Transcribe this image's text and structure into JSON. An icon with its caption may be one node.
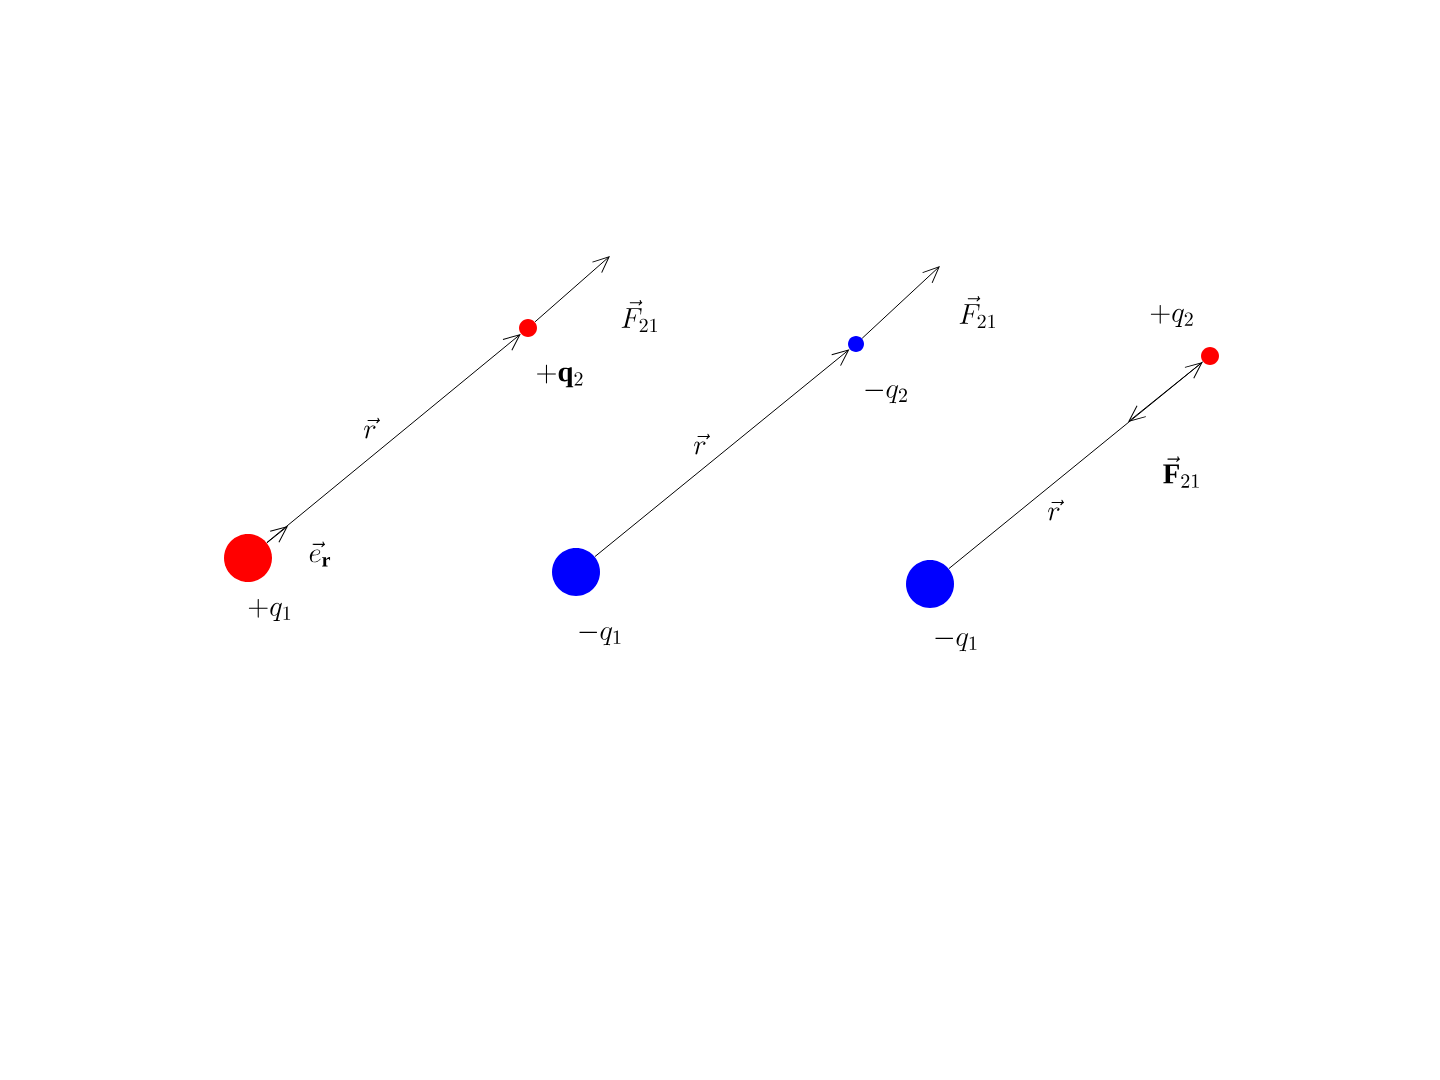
{
  "diagram": {
    "nodes": [
      {
        "text": [],
        "shape": "circle",
        "beside": [
          "+q_1"
        ]
      },
      {
        "text": [],
        "shape": "circle",
        "beside": [
          "+\\mathbf{q}_2"
        ]
      },
      {
        "text": [],
        "shape": "circle",
        "beside": [
          "-q_1"
        ]
      },
      {
        "text": [],
        "shape": "circle",
        "beside": [
          "-q_2"
        ]
      },
      {
        "text": [],
        "shape": "circle",
        "beside": [
          "-q_1"
        ]
      },
      {
        "text": [],
        "shape": "circle",
        "beside": [
          "+q_2"
        ]
      }
    ],
    "edges": [
      {
        "from": 0,
        "to": 1,
        "arrow": "to",
        "label": "\\vec{r}"
      },
      {
        "from": 0,
        "to": null,
        "arrow": "to",
        "label": "\\vec{e}_{\\mathbf{r}}"
      },
      {
        "from": 1,
        "to": null,
        "arrow": "to",
        "label": "\\vec{F}_{21}"
      },
      {
        "from": 2,
        "to": 3,
        "arrow": "to",
        "label": "\\vec{r}"
      },
      {
        "from": 3,
        "to": null,
        "arrow": "to",
        "label": "\\vec{F}_{21}"
      },
      {
        "from": 4,
        "to": 5,
        "arrow": "to",
        "label": "\\vec{r}"
      },
      {
        "from": 5,
        "to": null,
        "arrow": "to",
        "label": "\\vec{\\mathbf{F}}_{21}"
      }
    ]
  }
}
